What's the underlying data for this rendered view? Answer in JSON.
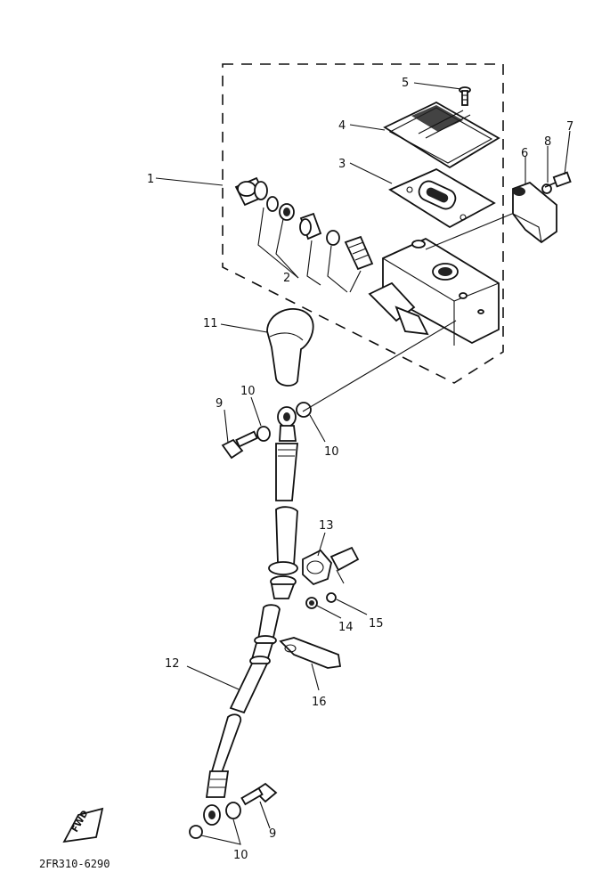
{
  "callouts": {
    "c1": "1",
    "c2": "2",
    "c3": "3",
    "c4": "4",
    "c5": "5",
    "c6": "6",
    "c7": "7",
    "c8": "8",
    "c9a": "9",
    "c9b": "9",
    "c10a": "10",
    "c10b": "10",
    "c10c": "10",
    "c11": "11",
    "c12": "12",
    "c13": "13",
    "c14": "14",
    "c15": "15",
    "c16": "16"
  },
  "fwd_label": "FWD",
  "diagram_code": "2FR310-6290"
}
